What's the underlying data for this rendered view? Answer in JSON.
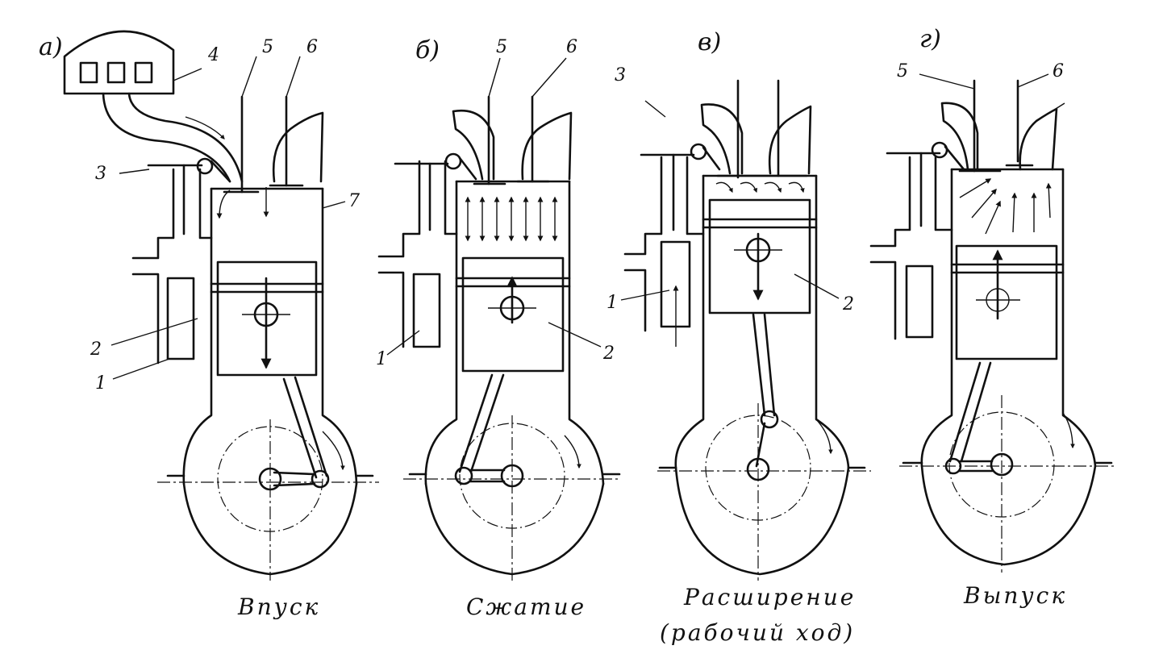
{
  "panels": [
    {
      "letter": "а)",
      "caption": "Впуск",
      "caption2": ""
    },
    {
      "letter": "б)",
      "caption": "Сжатие",
      "caption2": ""
    },
    {
      "letter": "в)",
      "caption": "Расширение",
      "caption2": "(рабочий ход)"
    },
    {
      "letter": "г)",
      "caption": "Выпуск",
      "caption2": ""
    }
  ],
  "part_numbers": {
    "a": [
      "1",
      "2",
      "3",
      "4",
      "5",
      "6",
      "7"
    ],
    "b": [
      "1",
      "2",
      "5",
      "6"
    ],
    "c": [
      "1",
      "2",
      "3"
    ],
    "d": [
      "5",
      "6"
    ]
  },
  "air_filter_windows": 3,
  "stroke_phase": {
    "a": "piston-down-intake-open",
    "b": "piston-up-valves-closed",
    "c": "piston-down-valves-closed",
    "d": "piston-up-exhaust-open"
  }
}
